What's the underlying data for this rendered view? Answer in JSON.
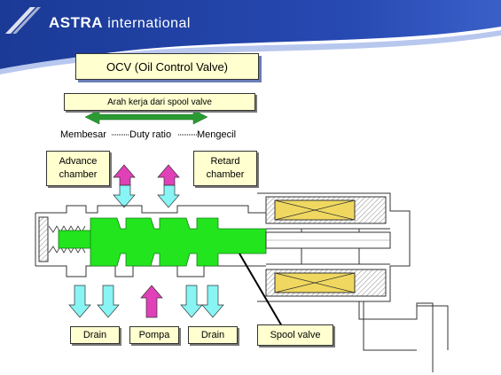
{
  "header": {
    "brand_bold": "ASTRA",
    "brand_light": "international",
    "colors": {
      "band": "#1d3e9c",
      "accent": "#b8c7ee"
    }
  },
  "title": "OCV (Oil Control Valve)",
  "direction_label": "Arah kerja dari  spool valve",
  "duty": {
    "left": "Membesar",
    "middle": "Duty ratio",
    "right": "Mengecil"
  },
  "chambers": {
    "advance": "Advance chamber",
    "retard": "Retard chamber"
  },
  "ports": {
    "drain_left": "Drain",
    "pump": "Pompa",
    "drain_right": "Drain"
  },
  "spool_label": "Spool valve",
  "colors": {
    "spool": "#22e51e",
    "arrow_cyan": "#88f4f4",
    "arrow_magenta": "#e040b8",
    "arrow_green": "#2a9a32",
    "coil": "#f0d860"
  }
}
